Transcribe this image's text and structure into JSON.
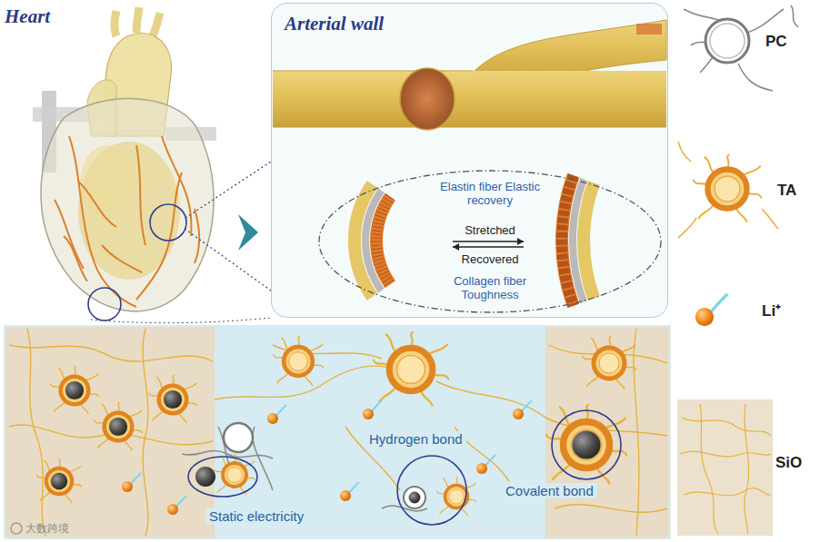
{
  "diagram": {
    "nodes": [
      {
        "text": [
          "Arterial wall"
        ]
      },
      {
        "text": [
          "Elastin fiber Elastic recovery",
          "Stretched",
          "Recovered",
          "Collagen fiber Toughness"
        ],
        "in": 0
      }
    ],
    "labels": [
      "Heart",
      "PC",
      "TA",
      "Li⁺",
      "SiO",
      "Static electricity",
      "Hydrogen bond",
      "Covalent bond",
      "大数跨境"
    ]
  }
}
